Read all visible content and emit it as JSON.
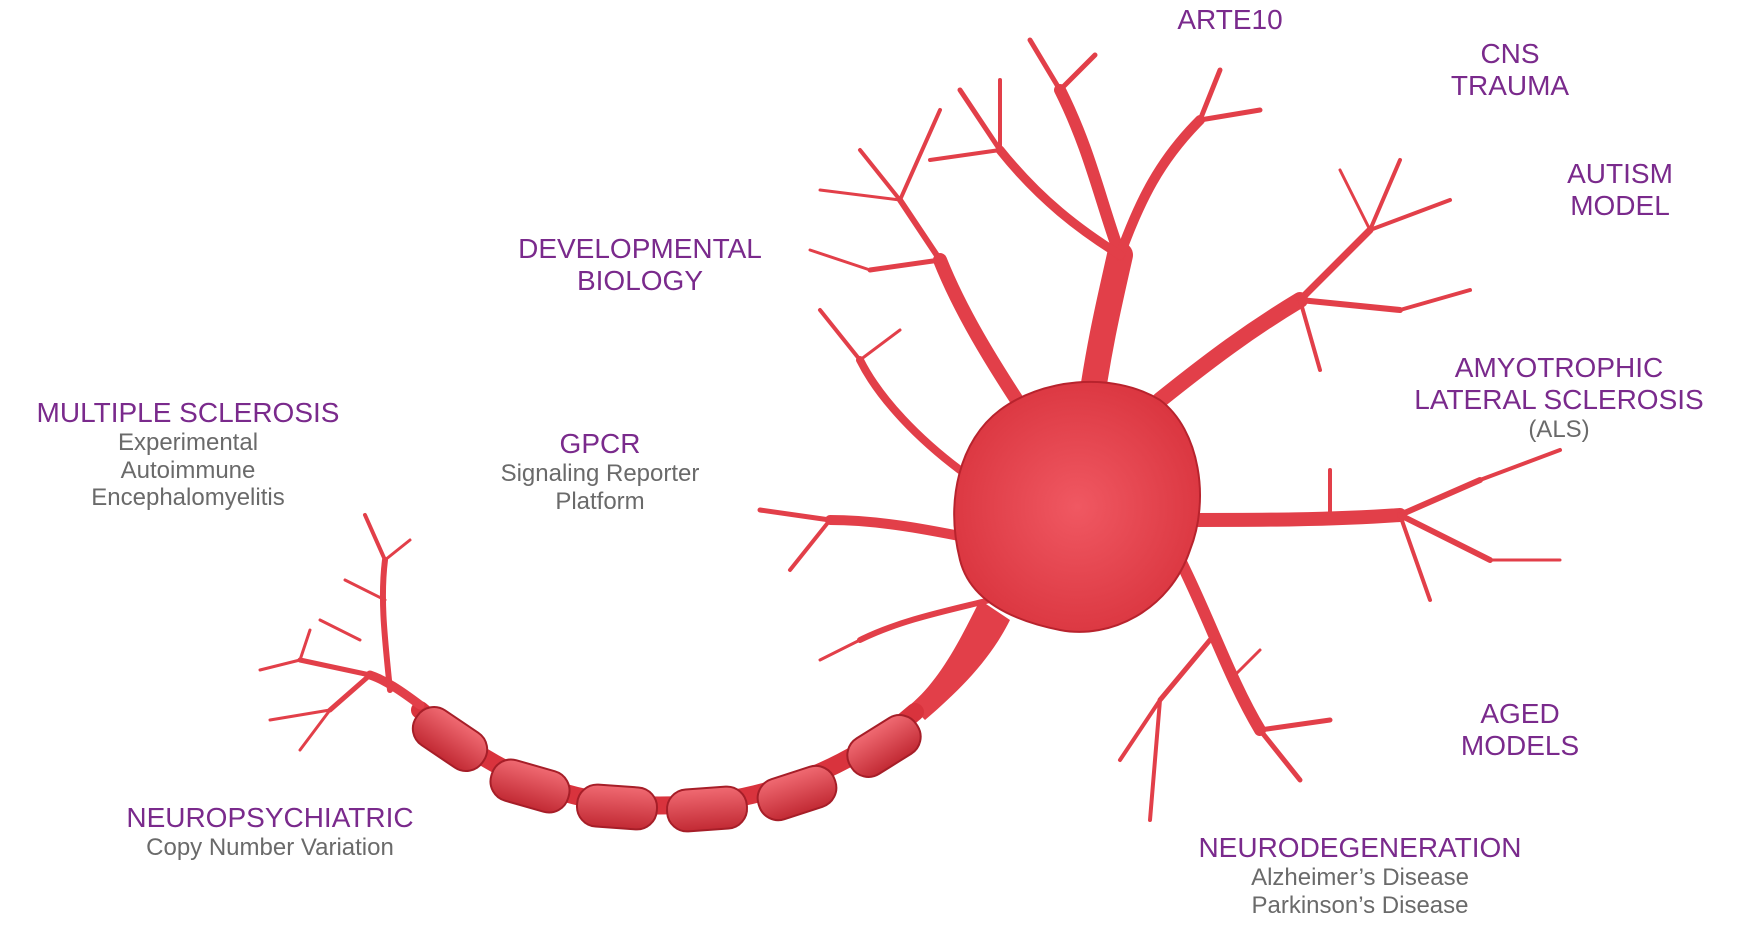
{
  "colors": {
    "title": "#7a2a8c",
    "subtitle": "#6a6a6a",
    "neuron": "#e8404a",
    "neuron_dark": "#b8232d"
  },
  "labels": {
    "arte10": {
      "title": "ARTE10"
    },
    "cns_trauma": {
      "title_1": "CNS",
      "title_2": "TRAUMA"
    },
    "autism_model": {
      "title_1": "AUTISM",
      "title_2": "MODEL"
    },
    "developmental_biology": {
      "title_1": "DEVELOPMENTAL",
      "title_2": "BIOLOGY"
    },
    "als": {
      "title_1": "AMYOTROPHIC",
      "title_2": "LATERAL SCLEROSIS",
      "sub": "(ALS)"
    },
    "multiple_sclerosis": {
      "title": "MULTIPLE SCLEROSIS",
      "sub_1": "Experimental",
      "sub_2": "Autoimmune",
      "sub_3": "Encephalomyelitis"
    },
    "gpcr": {
      "title": "GPCR",
      "sub_1": "Signaling Reporter",
      "sub_2": "Platform"
    },
    "aged_models": {
      "title_1": "AGED",
      "title_2": "MODELS"
    },
    "neuropsychiatric": {
      "title": "NEUROPSYCHIATRIC",
      "sub": "Copy Number Variation"
    },
    "neurodegeneration": {
      "title": "NEURODEGENERATION",
      "sub_1": "Alzheimer’s Disease",
      "sub_2": "Parkinson’s Disease"
    }
  }
}
